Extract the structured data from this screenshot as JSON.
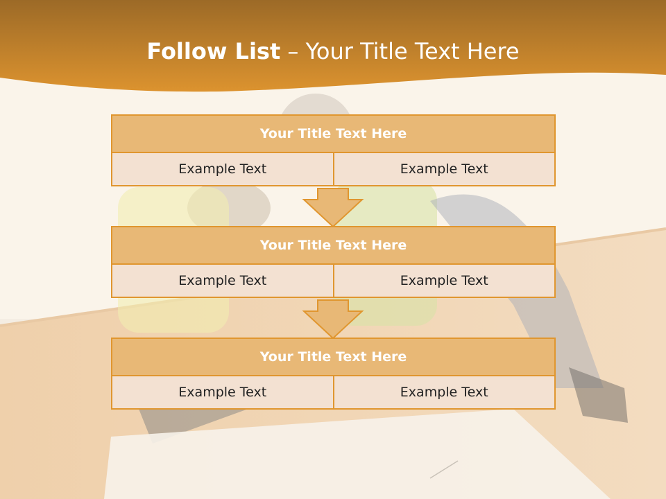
{
  "slide": {
    "title_bold": "Follow List",
    "title_rest": "– Your Title Text Here"
  },
  "rows": [
    {
      "header": "Your Title Text Here",
      "cells": [
        "Example Text",
        "Example Text"
      ]
    },
    {
      "header": "Your Title Text Here",
      "cells": [
        "Example Text",
        "Example Text"
      ]
    },
    {
      "header": "Your Title Text Here",
      "cells": [
        "Example Text",
        "Example Text"
      ]
    }
  ],
  "colors": {
    "accent": "#e0962f",
    "header_fill": "#e8b876",
    "cell_fill": "#f3e1d2",
    "banner_top": "#9c6a27",
    "banner_bottom": "#d88f2c"
  }
}
